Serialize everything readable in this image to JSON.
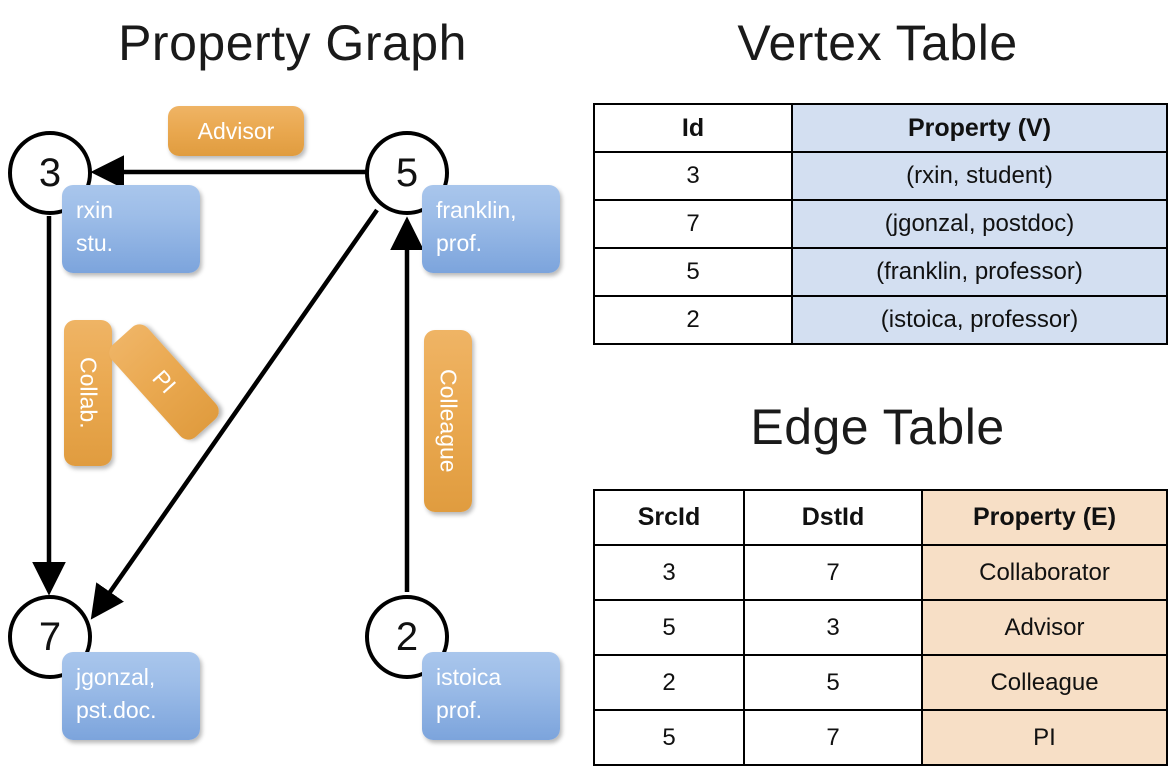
{
  "titles": {
    "property_graph": "Property Graph",
    "vertex_table": "Vertex Table",
    "edge_table": "Edge Table"
  },
  "graph": {
    "nodes": [
      {
        "id": "3",
        "label": "3",
        "property_lines": [
          "rxin",
          "stu."
        ]
      },
      {
        "id": "5",
        "label": "5",
        "property_lines": [
          "franklin,",
          "prof."
        ]
      },
      {
        "id": "7",
        "label": "7",
        "property_lines": [
          "jgonzal,",
          "pst.doc."
        ]
      },
      {
        "id": "2",
        "label": "2",
        "property_lines": [
          "istoica",
          "prof."
        ]
      }
    ],
    "node_properties": {
      "rxin_line1": "rxin",
      "rxin_line2": "stu.",
      "franklin_line1": "franklin,",
      "franklin_line2": "prof.",
      "jgonzal_line1": "jgonzal,",
      "jgonzal_line2": "pst.doc.",
      "istoica_line1": "istoica",
      "istoica_line2": "prof."
    },
    "edge_labels": {
      "advisor": "Advisor",
      "collab": "Collab.",
      "colleague": "Colleague",
      "pi": "PI"
    },
    "edges": [
      {
        "from": "5",
        "to": "3",
        "label": "Advisor"
      },
      {
        "from": "3",
        "to": "7",
        "label": "Collab."
      },
      {
        "from": "5",
        "to": "7",
        "label": "PI"
      },
      {
        "from": "2",
        "to": "5",
        "label": "Colleague"
      }
    ],
    "colors": {
      "node_fill": "#ffffff",
      "node_stroke": "#000000",
      "property_box": "#9dbde8",
      "edge_label_box": "#eaa951",
      "edge_line": "#000000"
    }
  },
  "chart_data": {
    "type": "diagram",
    "title": "Property Graph",
    "nodes": [
      "3",
      "7",
      "5",
      "2"
    ],
    "edges": [
      {
        "src": "5",
        "dst": "3",
        "property": "Advisor"
      },
      {
        "src": "3",
        "dst": "7",
        "property": "Collaborator"
      },
      {
        "src": "5",
        "dst": "7",
        "property": "PI"
      },
      {
        "src": "2",
        "dst": "5",
        "property": "Colleague"
      }
    ]
  },
  "vertex_table": {
    "title": "Vertex Table",
    "headers": [
      "Id",
      "Property (V)"
    ],
    "rows": [
      {
        "id": "3",
        "property": "(rxin, student)"
      },
      {
        "id": "7",
        "property": "(jgonzal, postdoc)"
      },
      {
        "id": "5",
        "property": "(franklin, professor)"
      },
      {
        "id": "2",
        "property": "(istoica, professor)"
      }
    ],
    "header_fill": "#d3dff1"
  },
  "edge_table": {
    "title": "Edge Table",
    "headers": [
      "SrcId",
      "DstId",
      "Property (E)"
    ],
    "rows": [
      {
        "src": "3",
        "dst": "7",
        "property": "Collaborator"
      },
      {
        "src": "5",
        "dst": "3",
        "property": "Advisor"
      },
      {
        "src": "2",
        "dst": "5",
        "property": "Colleague"
      },
      {
        "src": "5",
        "dst": "7",
        "property": "PI"
      }
    ],
    "header_fill": "#f7dfc6"
  }
}
